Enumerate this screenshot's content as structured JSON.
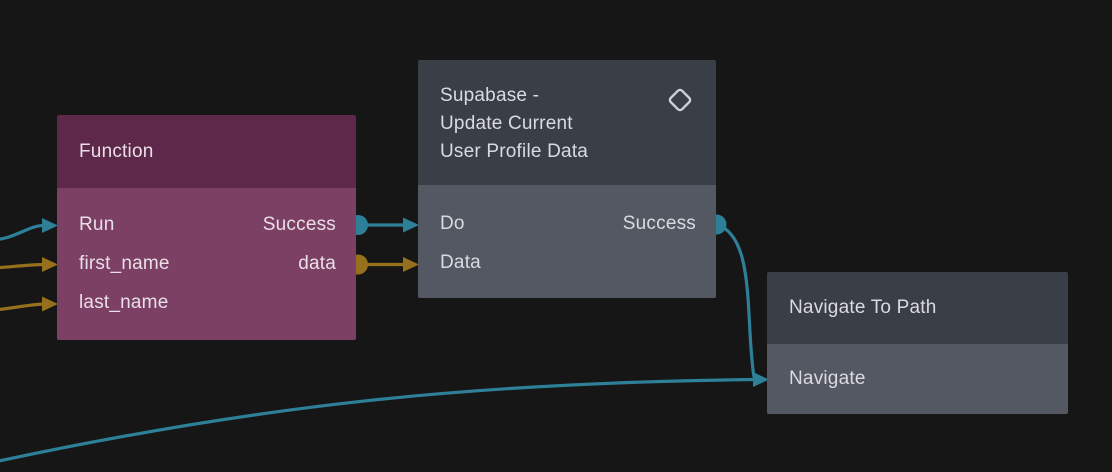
{
  "canvas": {
    "background_color": "#161616"
  },
  "colors": {
    "teal_wire": "#2e8099",
    "orange_wire": "#97701d",
    "icon_stroke": "#ced1d7"
  },
  "nodes": {
    "function": {
      "title": "Function",
      "header_color": "#5d2849",
      "body_color": "#7b4064",
      "text_color": "#eadfe7",
      "inputs": [
        {
          "label": "Run"
        },
        {
          "label": "first_name"
        },
        {
          "label": "last_name"
        }
      ],
      "outputs": [
        {
          "label": "Success"
        },
        {
          "label": "data"
        }
      ]
    },
    "supabase": {
      "title": "Supabase -\nUpdate Current\nUser Profile Data",
      "icon": "diamond-icon",
      "header_color": "#3a3e47",
      "body_color": "#545862",
      "text_color": "#d9dbdf",
      "inputs": [
        {
          "label": "Do"
        },
        {
          "label": "Data"
        }
      ],
      "outputs": [
        {
          "label": "Success"
        }
      ]
    },
    "navigate": {
      "title": "Navigate To Path",
      "header_color": "#3a3e47",
      "body_color": "#545862",
      "text_color": "#d9dbdf",
      "inputs": [
        {
          "label": "Navigate"
        }
      ]
    }
  },
  "connections": [
    {
      "from": "offscreen-left",
      "to": "function.Run",
      "color": "teal"
    },
    {
      "from": "offscreen-left",
      "to": "function.first_name",
      "color": "orange"
    },
    {
      "from": "offscreen-left",
      "to": "function.last_name",
      "color": "orange"
    },
    {
      "from": "function.Success",
      "to": "supabase.Do",
      "color": "teal"
    },
    {
      "from": "function.data",
      "to": "supabase.Data",
      "color": "orange"
    },
    {
      "from": "supabase.Success",
      "to": "navigate.Navigate",
      "color": "teal"
    },
    {
      "from": "offscreen-bottom-left",
      "to": "navigate.Navigate",
      "color": "teal"
    }
  ]
}
